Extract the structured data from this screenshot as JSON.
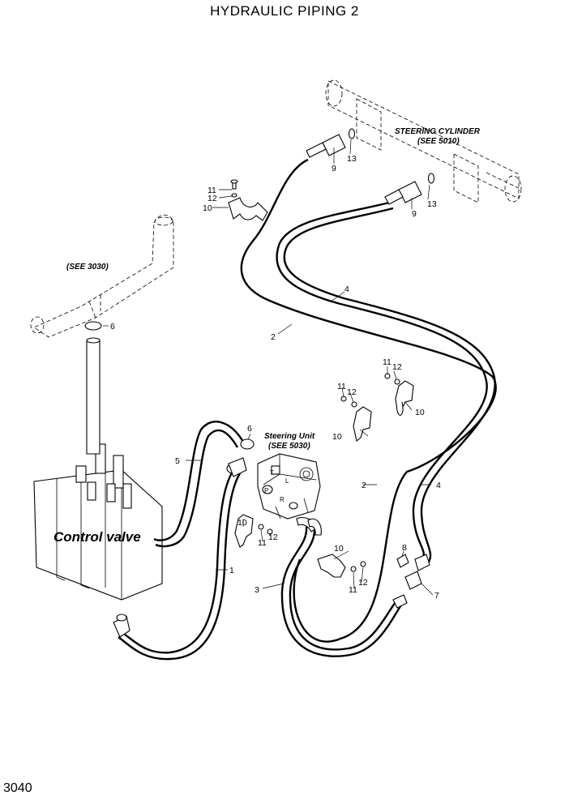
{
  "title": "HYDRAULIC PIPING 2",
  "page_number": "3040",
  "references": {
    "steering_cylinder_line1": "STEERING CYLINDER",
    "steering_cylinder_line2": "(SEE 5010)",
    "see_3030": "(SEE 3030)",
    "steering_unit_line1": "Steering Unit",
    "steering_unit_line2": "(SEE 5030)",
    "control_valve": "Control valve"
  },
  "port_labels": {
    "T": "T",
    "L": "L",
    "P": "P",
    "R": "R"
  },
  "part_labels": {
    "c1_11": "11",
    "c1_12": "12",
    "c1_10": "10",
    "cyl_9a": "9",
    "cyl_13a": "13",
    "cyl_9b": "9",
    "cyl_13b": "13",
    "hose_4_top": "4",
    "hose_2_top": "2",
    "pipe_6_top": "6",
    "c2_11": "11",
    "c2_12": "12",
    "c2_10": "10",
    "c3_11": "11",
    "c3_12": "12",
    "c3_10": "10",
    "fit_6_mid": "6",
    "hose_5": "5",
    "hose_2_mid": "2",
    "hose_4_mid": "4",
    "c4_10": "10",
    "c4_12": "12",
    "c4_11": "11",
    "hose_1": "1",
    "c5_10": "10",
    "c5_11": "11",
    "c5_12": "12",
    "fit_8": "8",
    "hose_3": "3",
    "fit_7": "7"
  }
}
